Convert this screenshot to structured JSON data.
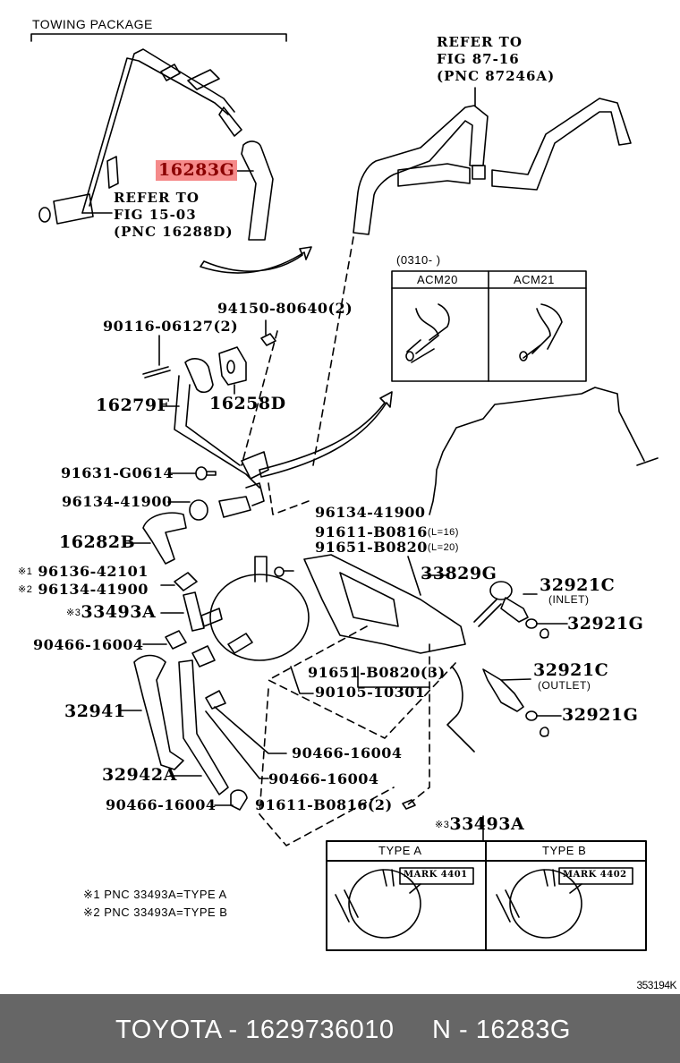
{
  "header": {
    "towing_package": "TOWING PACKAGE"
  },
  "references": [
    {
      "line1": "REFER TO",
      "line2": "FIG 87-16",
      "line3": "(PNC 87246A)"
    },
    {
      "line1": "REFER TO",
      "line2": "FIG 15-03",
      "line3": "(PNC 16288D)"
    }
  ],
  "highlighted_part": "16283G",
  "variant_table": {
    "date_range": "(0310-     )",
    "columns": [
      "ACM20",
      "ACM21"
    ]
  },
  "parts": {
    "p94150": "94150-80640(2)",
    "p90116": "90116-06127(2)",
    "p16279F": "16279F",
    "p16258D": "16258D",
    "p91631": "91631-G0614",
    "p96134_a": "96134-41900",
    "p96134_b": "96134-41900",
    "p16282B": "16282B",
    "p91611": "91611-B0816",
    "p91611_len": "(L=16)",
    "p91651": "91651-B0820",
    "p91651_len": "(L=20)",
    "p33829G": "33829G",
    "p96136_mark": "※1",
    "p96136": "96136-42101",
    "p96134_mark": "※2",
    "p96134_c": "96134-41900",
    "p33493A_mark": "※3",
    "p33493A": "33493A",
    "p90466_a": "90466-16004",
    "p32921C_inlet": "32921C",
    "inlet": "(INLET)",
    "p32921G_a": "32921G",
    "p32921C_outlet": "32921C",
    "outlet": "(OUTLET)",
    "p32921G_b": "32921G",
    "p91651_3": "91651-B0820(3)",
    "p90105": "90105-10301",
    "p32941": "32941",
    "p90466_b": "90466-16004",
    "p32942A": "32942A",
    "p90466_c": "90466-16004",
    "p90466_d": "90466-16004",
    "p91611_2": "91611-B0816(2)"
  },
  "type_table": {
    "title_mark": "※3",
    "title": "33493A",
    "columns": [
      "TYPE A",
      "TYPE B"
    ],
    "marks": [
      "MARK 4401",
      "MARK 4402"
    ]
  },
  "notes": [
    "※1  PNC 33493A=TYPE A",
    "※2  PNC 33493A=TYPE B"
  ],
  "figure_code": "353194K",
  "footer": {
    "brand_part": "TOYOTA - 1629736010",
    "pnc": "N - 16283G"
  },
  "colors": {
    "highlight_bg": "#f58a8a",
    "highlight_text": "#8a0000",
    "footer_bg": "#666666"
  }
}
